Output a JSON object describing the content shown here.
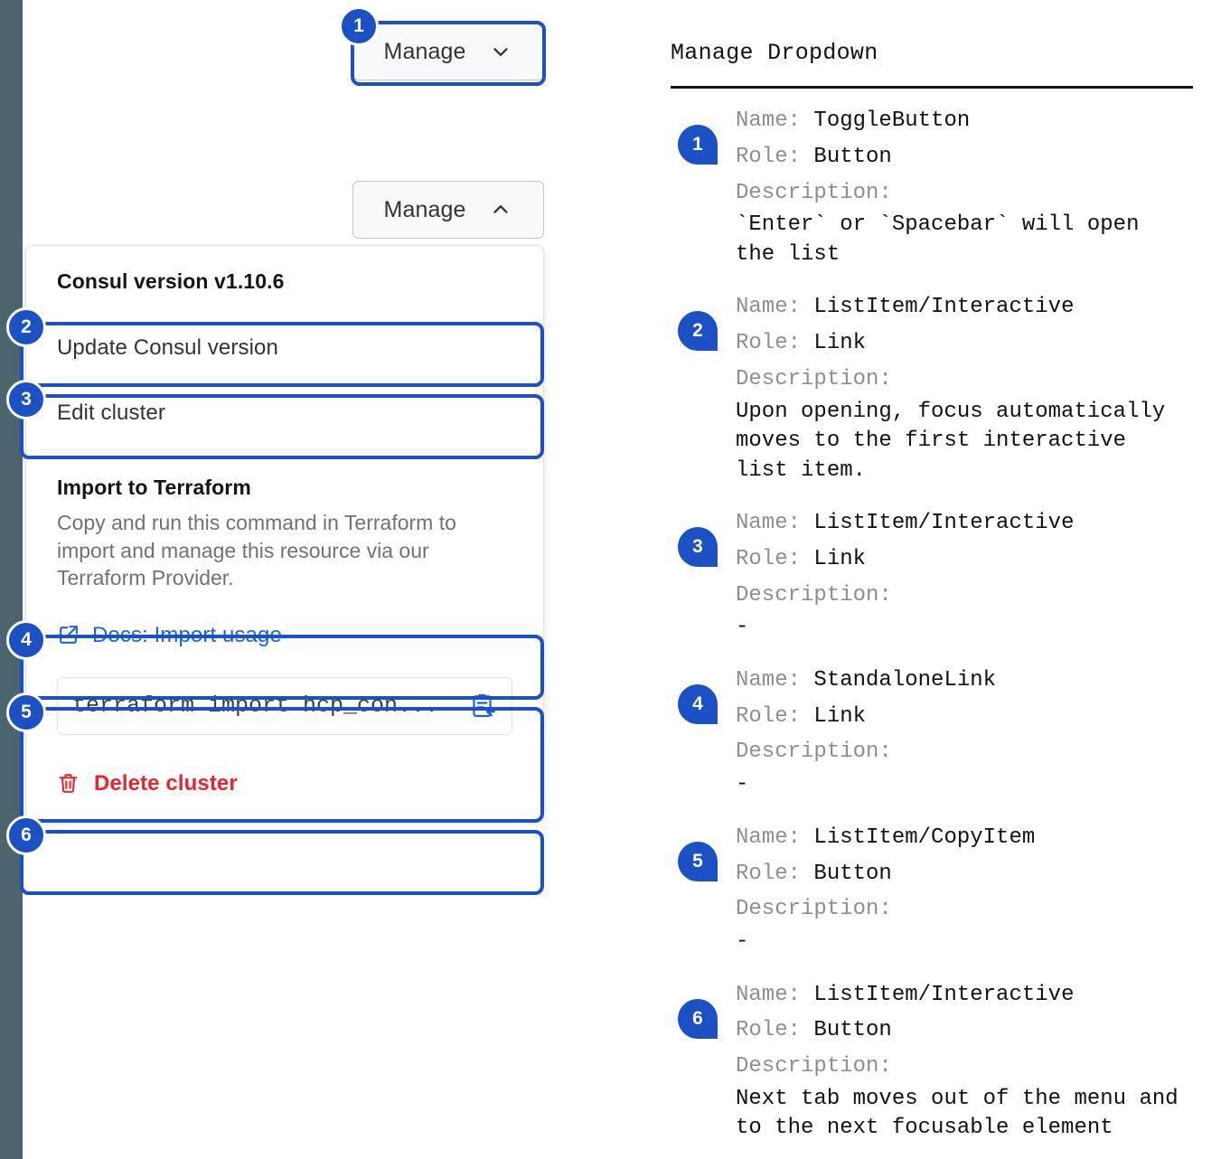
{
  "theme": {
    "accent": "#1b51c4",
    "link": "#1763e6",
    "danger": "#e8252c",
    "rail": "#4c646e",
    "muted": "#8a8f94"
  },
  "stage": {
    "toggle_closed": {
      "label": "Manage",
      "chevron": "chevron-down-icon"
    },
    "toggle_open": {
      "label": "Manage",
      "chevron": "chevron-up-icon"
    },
    "dropdown": {
      "version_title": "Consul version v1.10.6",
      "item_update": "Update Consul version",
      "item_edit": "Edit cluster",
      "terraform_title": "Import to Terraform",
      "terraform_desc": "Copy and run this command in Terraform to import and manage this resource via our Terraform Provider.",
      "docs_link": "Docs: Import usage",
      "docs_icon": "external-link-icon",
      "copy_command": "terraform import hcp_con...",
      "copy_icon": "clipboard-copy-icon",
      "delete_label": "Delete cluster",
      "delete_icon": "trash-icon"
    },
    "badges": [
      "1",
      "2",
      "3",
      "4",
      "5",
      "6"
    ]
  },
  "legend": {
    "title": "Manage Dropdown",
    "labels": {
      "name": "Name:",
      "role": "Role:",
      "description": "Description:"
    },
    "entries": [
      {
        "num": "1",
        "name": "ToggleButton",
        "role": "Button",
        "description": "`Enter` or `Spacebar` will open\nthe list"
      },
      {
        "num": "2",
        "name": "ListItem/Interactive",
        "role": "Link",
        "description": "Upon opening, focus automatically\nmoves to the first interactive\nlist item."
      },
      {
        "num": "3",
        "name": "ListItem/Interactive",
        "role": "Link",
        "description": "-"
      },
      {
        "num": "4",
        "name": "StandaloneLink",
        "role": "Link",
        "description": "-"
      },
      {
        "num": "5",
        "name": "ListItem/CopyItem",
        "role": "Button",
        "description": "-"
      },
      {
        "num": "6",
        "name": "ListItem/Interactive",
        "role": "Button",
        "description": "Next tab moves out of the menu and\nto the next focusable element"
      }
    ]
  }
}
